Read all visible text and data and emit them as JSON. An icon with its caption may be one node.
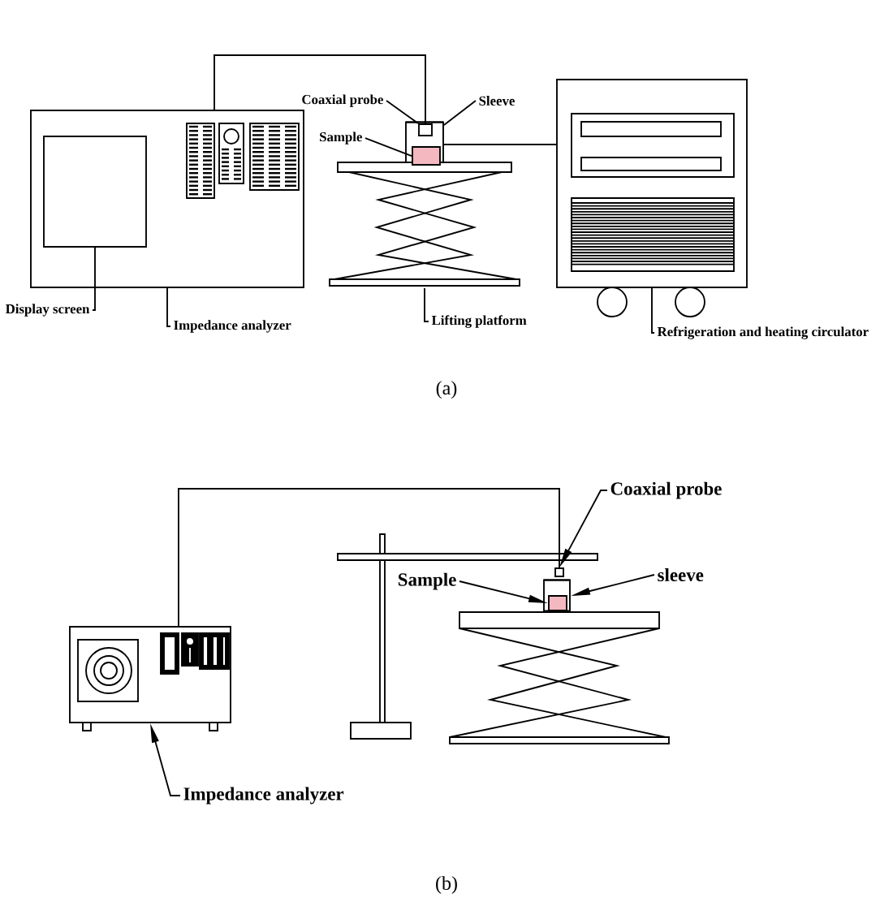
{
  "diagram": {
    "nodes": [
      {
        "text": [
          "Coaxial probe"
        ]
      },
      {
        "text": [
          "Sleeve"
        ]
      },
      {
        "text": [
          "Sample"
        ]
      },
      {
        "text": [],
        "shape": "box",
        "in": 4
      },
      {
        "text": [],
        "shape": "cylinder"
      },
      {
        "text": [],
        "shape": "box",
        "in": 4
      },
      {
        "text": [],
        "shape": "box"
      },
      {
        "text": [],
        "shape": "box",
        "in": 6
      },
      {
        "text": [],
        "shape": "platform"
      },
      {
        "text": [],
        "shape": "box"
      },
      {
        "text": [
          "Display screen"
        ]
      },
      {
        "text": [
          "Impedance analyzer"
        ]
      },
      {
        "text": [
          "Lifting platform"
        ]
      },
      {
        "text": [
          "Refrigeration and heating circulator"
        ]
      },
      {
        "text": [
          "Coaxial probe"
        ]
      },
      {
        "text": [
          "Sample"
        ]
      },
      {
        "text": [
          "sleeve"
        ]
      },
      {
        "text": [],
        "shape": "box"
      },
      {
        "text": [],
        "shape": "cylinder"
      },
      {
        "text": [],
        "shape": "box",
        "in": 18
      },
      {
        "text": [],
        "shape": "box"
      },
      {
        "text": [
          "Impedance analyzer"
        ]
      }
    ],
    "edges": [
      {
        "from": 0,
        "to": 3,
        "arrow": "none"
      },
      {
        "from": 1,
        "to": 4,
        "arrow": "none"
      },
      {
        "from": 2,
        "to": 5,
        "arrow": "none"
      },
      {
        "from": 6,
        "to": 3,
        "arrow": "none"
      },
      {
        "from": 4,
        "to": 9,
        "arrow": "none"
      },
      {
        "from": 10,
        "to": 7,
        "arrow": "none"
      },
      {
        "from": 11,
        "to": 6,
        "arrow": "none"
      },
      {
        "from": 12,
        "to": 8,
        "arrow": "none"
      },
      {
        "from": 13,
        "to": 9,
        "arrow": "none"
      },
      {
        "from": 14,
        "to": 17,
        "arrow": "to"
      },
      {
        "from": 15,
        "to": 19,
        "arrow": "to"
      },
      {
        "from": 16,
        "to": 18,
        "arrow": "to"
      },
      {
        "from": 21,
        "to": 20,
        "arrow": "to"
      },
      {
        "from": 20,
        "to": 17,
        "arrow": "none"
      }
    ],
    "labels": [
      "(a)",
      "(b)"
    ]
  }
}
